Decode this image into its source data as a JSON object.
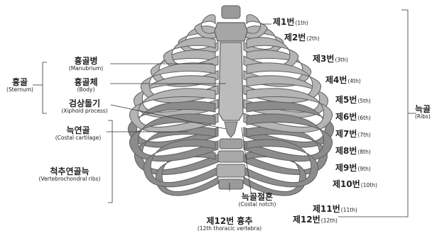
{
  "sternum_group": {
    "label": "흉골",
    "sublabel": "(Sternum)"
  },
  "left_labels": {
    "manubrium": {
      "label": "흉골병",
      "sublabel": "(Manubrium)"
    },
    "body": {
      "label": "흉골체",
      "sublabel": "(Body)"
    },
    "xiphoid": {
      "label": "검상돌기",
      "sublabel": "(Xiphoid process)"
    },
    "costal_cartilage": {
      "label": "늑연골",
      "sublabel": "(Costal cartilage)"
    },
    "vertebrochondral": {
      "label": "척추연골늑",
      "sublabel": "(Vertebrochondral ribs)"
    }
  },
  "bottom_labels": {
    "costal_notch": {
      "label": "늑골절흔",
      "sublabel": "(Costal notch)"
    },
    "thoracic_vertebra": {
      "label": "제12번 흉추",
      "sublabel": "(12th thoracic vertebra)"
    }
  },
  "ribs_group": {
    "label": "늑골",
    "sublabel": "(Ribs)"
  },
  "ribs": [
    {
      "label": "제1번",
      "sublabel": "(1th)"
    },
    {
      "label": "제2번",
      "sublabel": "(2th)"
    },
    {
      "label": "제3번",
      "sublabel": "(3th)"
    },
    {
      "label": "제4번",
      "sublabel": "(4th)"
    },
    {
      "label": "제5번",
      "sublabel": "(5th)"
    },
    {
      "label": "제6번",
      "sublabel": "(6th)"
    },
    {
      "label": "제7번",
      "sublabel": "(7th)"
    },
    {
      "label": "제8번",
      "sublabel": "(8th)"
    },
    {
      "label": "제9번",
      "sublabel": "(9th)"
    },
    {
      "label": "제10번",
      "sublabel": "(10th)"
    },
    {
      "label": "제11번",
      "sublabel": "(11th)"
    },
    {
      "label": "제12번",
      "sublabel": "(12th)"
    }
  ],
  "colors": {
    "bone": "#b4b4b4",
    "bone_dark": "#8c8c8c",
    "outline": "#5e5e5e",
    "line": "#333333"
  }
}
